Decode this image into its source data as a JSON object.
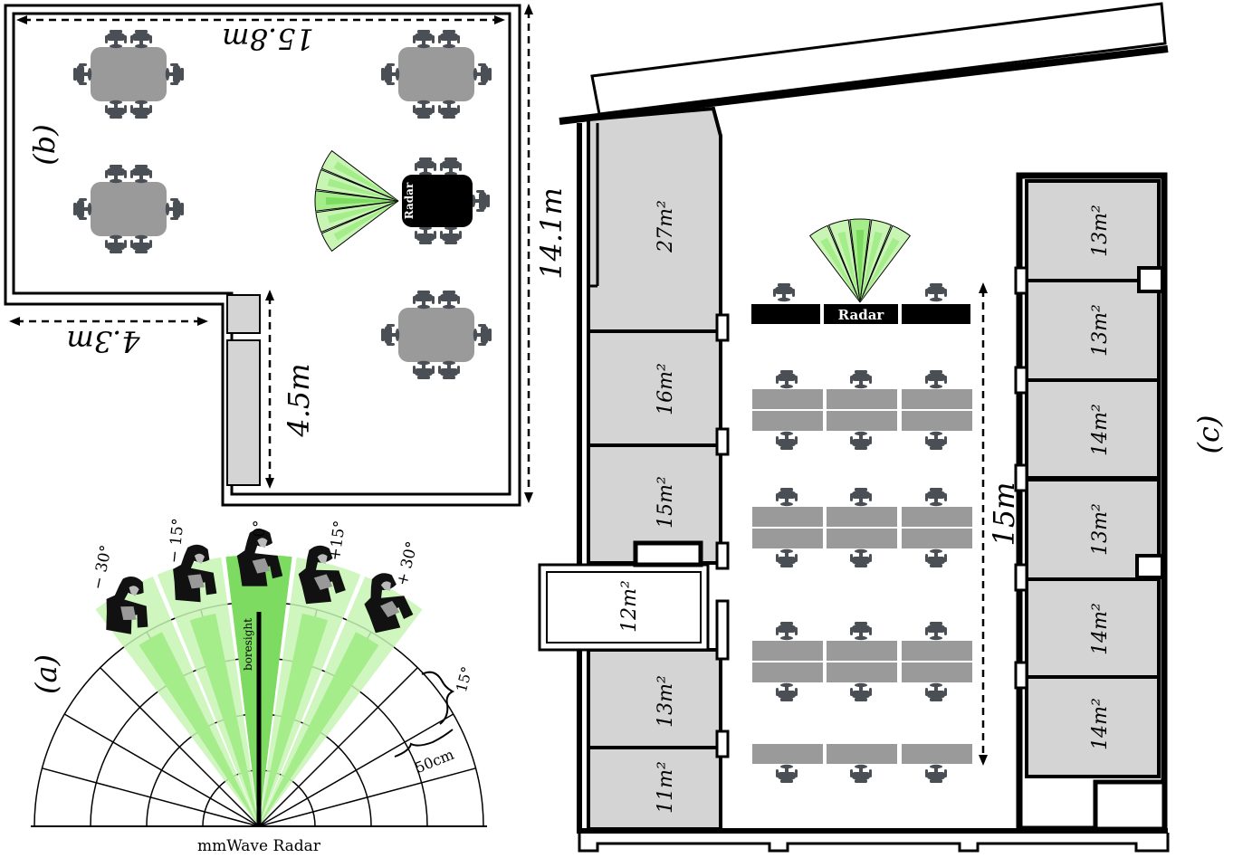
{
  "panel_a": {
    "label": "(a)",
    "radar_label": "mmWave Radar",
    "boresight": "boresight",
    "range_step": "50cm",
    "angle_step": "15°",
    "beam_angles": [
      "− 30°",
      "− 15°",
      "0°",
      "+15°",
      "+ 30°"
    ]
  },
  "panel_b": {
    "label": "(b)",
    "dim_top": "15.8m",
    "dim_left_bottom": "4.3m",
    "dim_inner": "4.5m",
    "dim_right": "14.1m",
    "radar": "Radar"
  },
  "panel_c": {
    "label": "(c)",
    "radar": "Radar",
    "dim_vertical": "15m",
    "rooms_left": [
      "27m²",
      "16m²",
      "15m²",
      "12m²",
      "13m²",
      "11m²"
    ],
    "rooms_right": [
      "13m²",
      "13m²",
      "14m²",
      "13m²",
      "14m²",
      "14m²"
    ]
  },
  "colors": {
    "beam_light": "#c8f5b4",
    "beam_mid": "#a5ec8a",
    "beam_dark": "#7ddb62",
    "room": "#d4d4d4",
    "table": "#9a9a9a",
    "chair": "#4a4f55",
    "wall": "#000000"
  }
}
